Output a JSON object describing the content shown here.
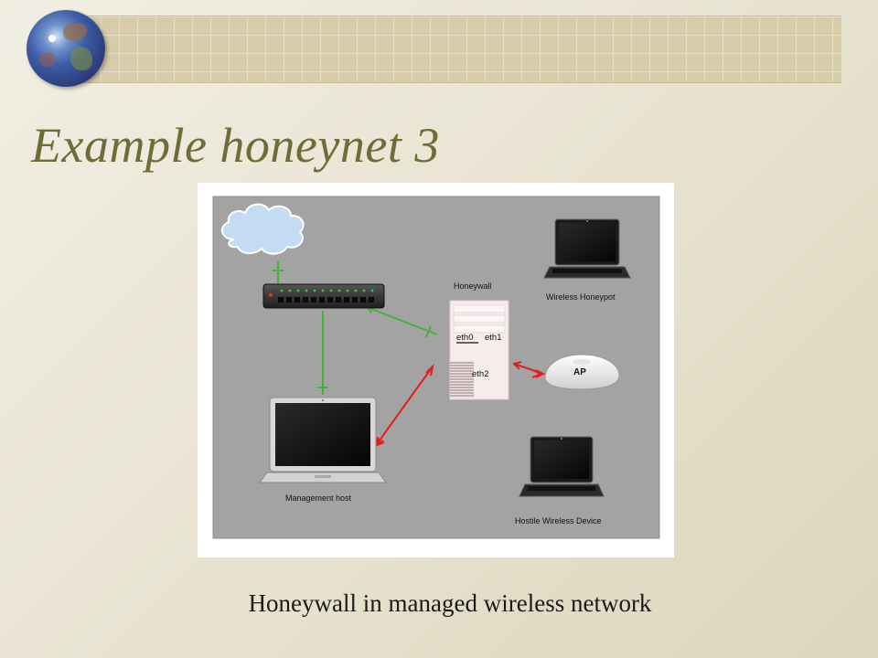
{
  "slide": {
    "title": "Example honeynet 3",
    "caption": "Honeywall in managed wireless network"
  },
  "diagram": {
    "honeywall_label": "Honeywall",
    "eth0_label": "eth0",
    "eth1_label": "eth1",
    "eth2_label": "eth2",
    "ap_label": "AP",
    "wireless_honeypot_label": "Wireless Honeypot",
    "management_host_label": "Management host",
    "hostile_device_label": "Hostile Wireless Device"
  },
  "colors": {
    "title": "#6f6c37",
    "wired_link": "#43b33a",
    "wireless_link": "#e0201f",
    "diagram_background": "#a3a3a3"
  },
  "icons": [
    "globe-icon",
    "cloud-icon",
    "network-switch-icon",
    "server-icon",
    "access-point-icon",
    "laptop-icon"
  ]
}
